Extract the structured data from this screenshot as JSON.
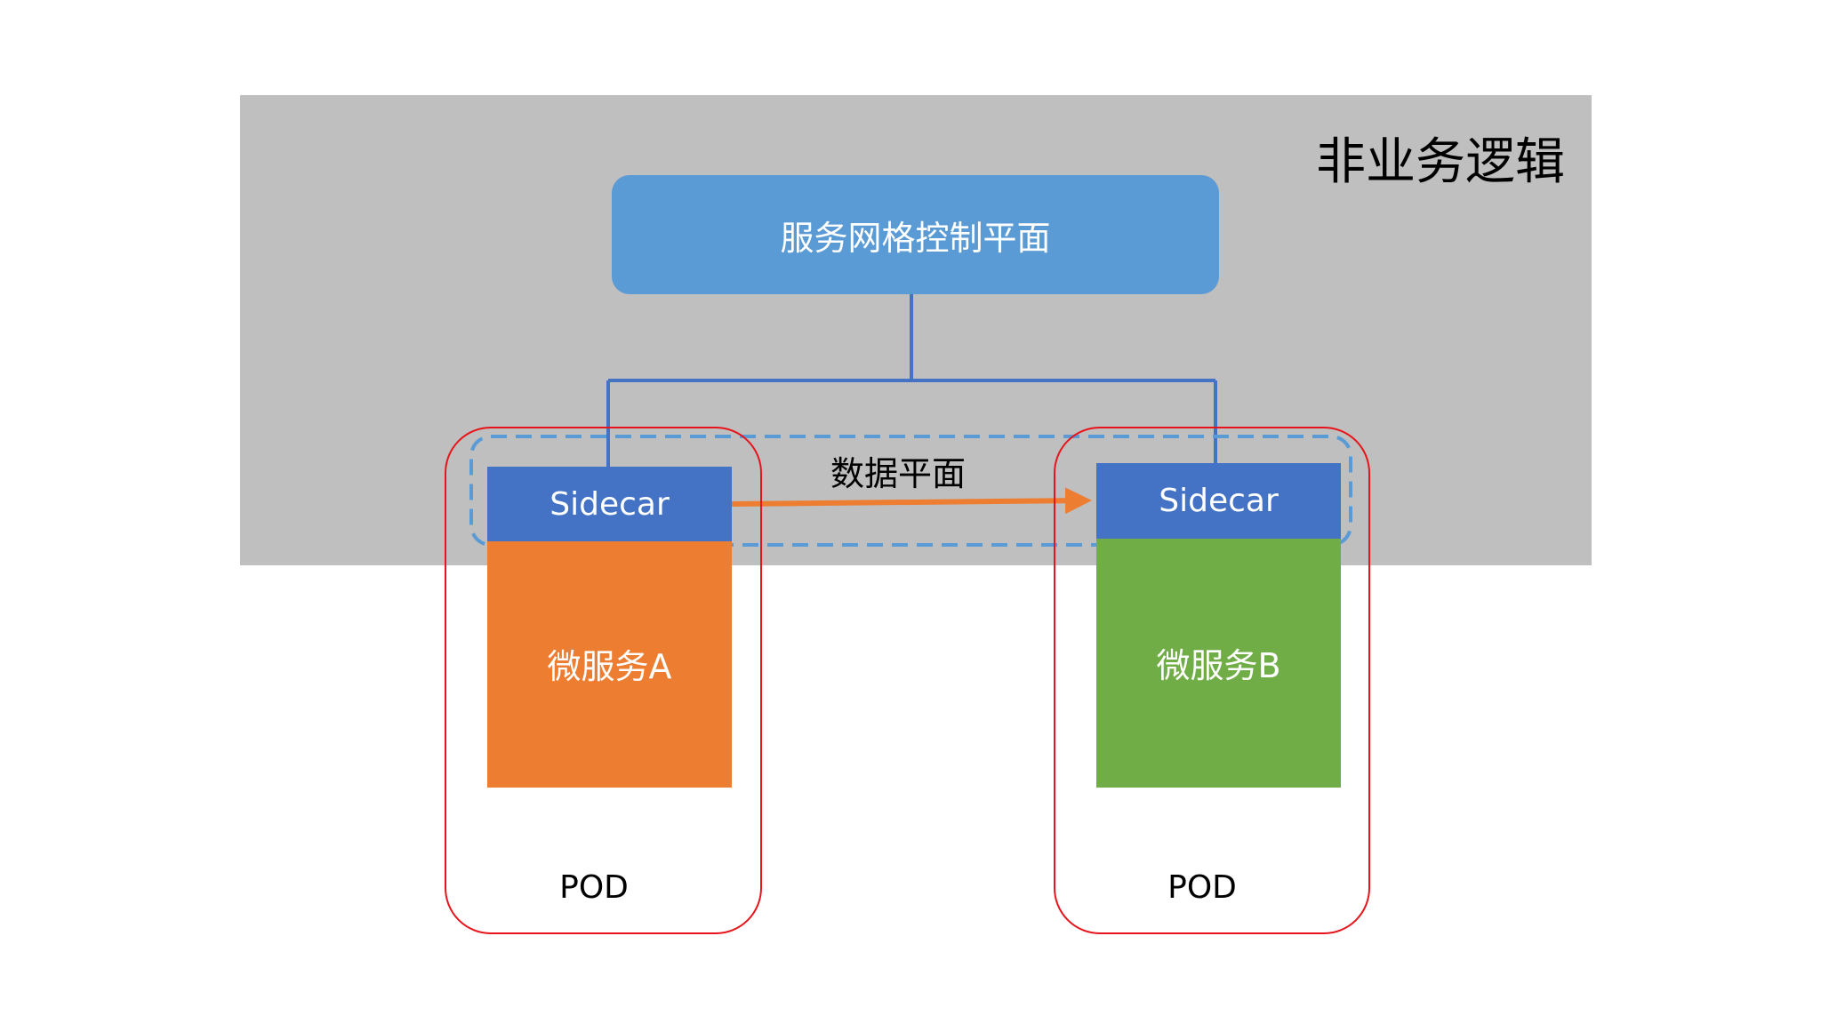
{
  "region": {
    "title": "非业务逻辑",
    "background_color": "#bfbfbf"
  },
  "control_plane": {
    "label": "服务网格控制平面",
    "color": "#5b9bd5"
  },
  "data_plane": {
    "label": "数据平面",
    "border_color": "#5b9bd5",
    "arrow_color": "#ed7d31"
  },
  "pods": [
    {
      "label": "POD",
      "sidecar_label": "Sidecar",
      "service_label": "微服务A",
      "service_color": "#ed7d31"
    },
    {
      "label": "POD",
      "sidecar_label": "Sidecar",
      "service_label": "微服务B",
      "service_color": "#70ad47"
    }
  ],
  "colors": {
    "sidecar": "#4472c4",
    "pod_border": "#e8141b",
    "connector": "#4472c4"
  }
}
